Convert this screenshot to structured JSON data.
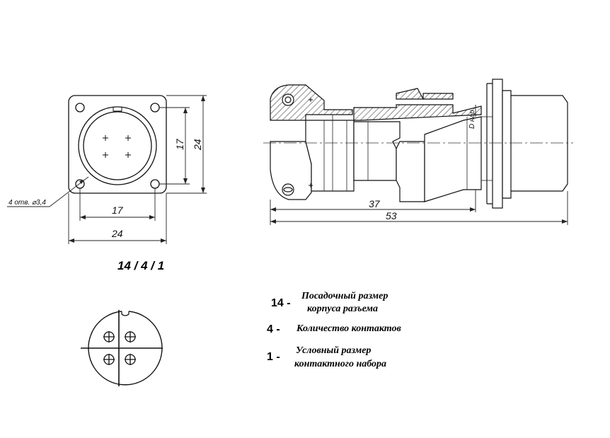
{
  "front_view": {
    "dim_height_inner": "17",
    "dim_height_outer": "24",
    "dim_width_inner": "17",
    "dim_width_outer": "24",
    "hole_callout": "4 отв. ⌀3,4"
  },
  "side_view": {
    "dim_length_inner": "37",
    "dim_length_outer": "53",
    "diameter_label": "D нар"
  },
  "designation": "14 / 4 / 1",
  "legend": [
    {
      "number": "14 -",
      "text_line1": "Посадочный размер",
      "text_line2": "корпуса разъема"
    },
    {
      "number": "4 -",
      "text_line1": "Количество контактов",
      "text_line2": ""
    },
    {
      "number": "1 -",
      "text_line1": "Условный размер",
      "text_line2": "контактного набора"
    }
  ]
}
